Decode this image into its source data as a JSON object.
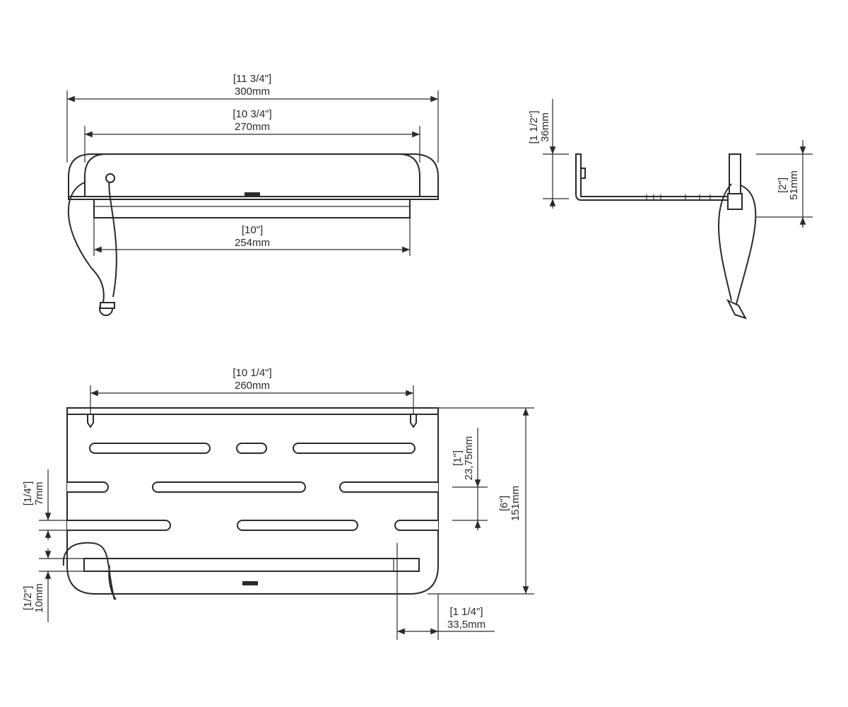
{
  "top_view": {
    "overall_width": {
      "imperial": "[11 3/4\"]",
      "metric": "300mm"
    },
    "inner_width": {
      "imperial": "[10 3/4\"]",
      "metric": "270mm"
    },
    "slot_width": {
      "imperial": "[10\"]",
      "metric": "254mm"
    }
  },
  "side_view": {
    "lip_height": {
      "imperial": "[1 1/2\"]",
      "metric": "36mm"
    },
    "bracket_height": {
      "imperial": "[2\"]",
      "metric": "51mm"
    }
  },
  "plan_view": {
    "pin_spacing": {
      "imperial": "[10 1/4\"]",
      "metric": "260mm"
    },
    "slot_pitch": {
      "imperial": "[1\"]",
      "metric": "23,75mm"
    },
    "depth": {
      "imperial": "[6\"]",
      "metric": "151mm"
    },
    "gap": {
      "imperial": "[1/4\"]",
      "metric": "7mm"
    },
    "bar_offset": {
      "imperial": "[1/2\"]",
      "metric": "10mm"
    },
    "overhang": {
      "imperial": "[1 1/4\"]",
      "metric": "33,5mm"
    }
  }
}
